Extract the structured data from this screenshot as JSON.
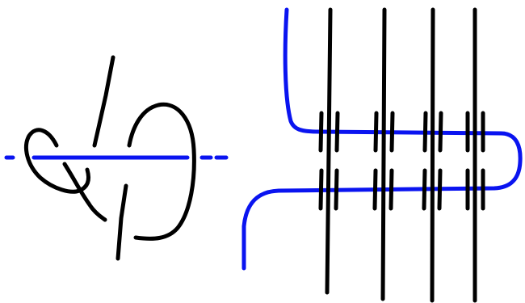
{
  "colors": {
    "background": "#ffffff",
    "strand": "#000000",
    "axis": "#0a14f0"
  },
  "left_panel": {
    "knot_strands": 3,
    "axis_style": "dashed ends, solid through knot"
  },
  "right_panel": {
    "vertical_strands": 4,
    "blue_curve_passes": 2,
    "crossing_marks_per_intersection": 2
  }
}
